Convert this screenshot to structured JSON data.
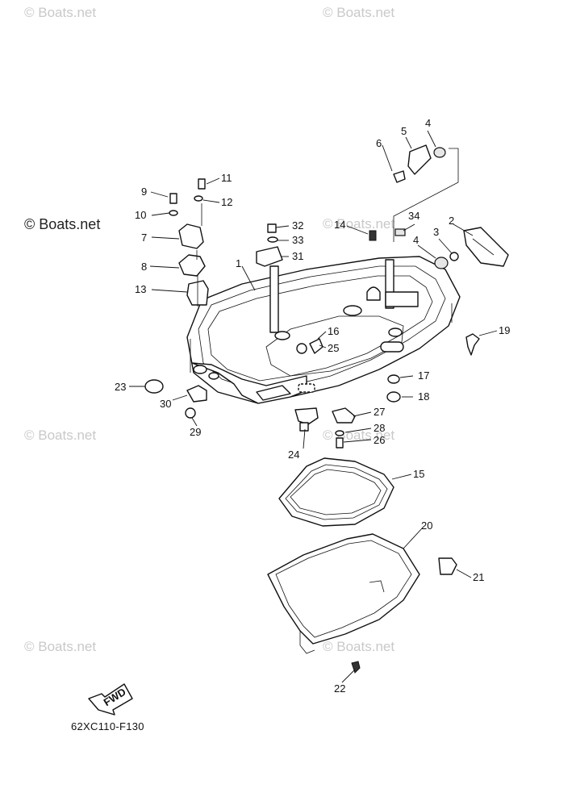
{
  "watermarks": [
    {
      "id": "wm-1",
      "text": "© Boats.net"
    },
    {
      "id": "wm-2",
      "text": "© Boats.net"
    },
    {
      "id": "wm-3",
      "text": "© Boats.net"
    },
    {
      "id": "wm-4",
      "text": "© Boats.net"
    },
    {
      "id": "wm-5",
      "text": "© Boats.net"
    },
    {
      "id": "wm-6",
      "text": "© Boats.net"
    },
    {
      "id": "wm-7",
      "text": "© Boats.net"
    },
    {
      "id": "wm-8",
      "text": "© Boats.net"
    }
  ],
  "diagram_code": "62XC110-F130",
  "fwd_arrow_label": "FWD",
  "callouts": [
    "1",
    "2",
    "3",
    "4",
    "4",
    "5",
    "6",
    "7",
    "8",
    "9",
    "10",
    "11",
    "12",
    "13",
    "14",
    "15",
    "16",
    "17",
    "18",
    "19",
    "20",
    "21",
    "22",
    "23",
    "24",
    "25",
    "26",
    "27",
    "28",
    "29",
    "30",
    "31",
    "32",
    "33",
    "34"
  ],
  "colors": {
    "line": "#111111",
    "watermark": "#c9c9c9",
    "background": "#ffffff"
  }
}
